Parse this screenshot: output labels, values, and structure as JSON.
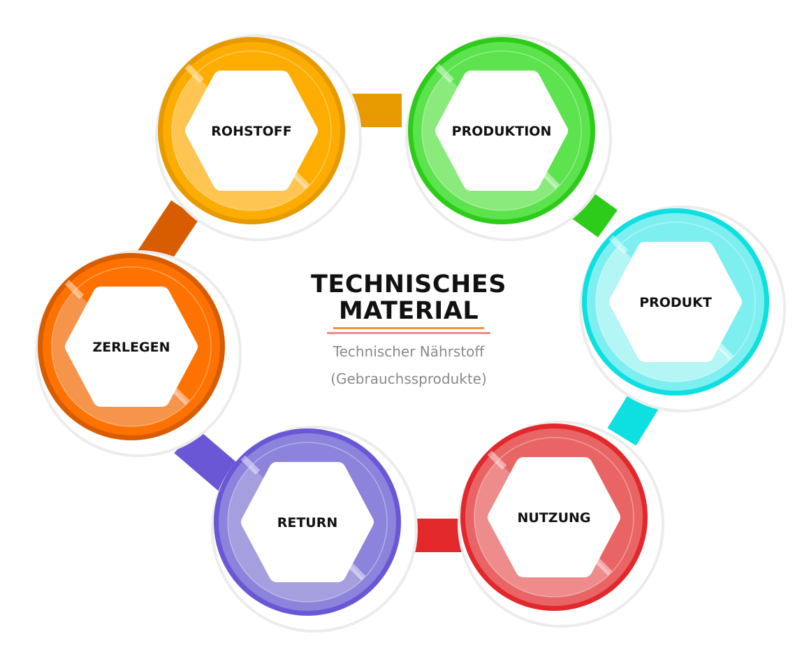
{
  "center": {
    "title_line1": "TECHNISCHES",
    "title_line2": "MATERIAL",
    "subtitle_line1": "Technischer Nährstoff",
    "subtitle_line2": "(Gebrauchssprodukte)"
  },
  "steps": [
    {
      "label": "ROHSTOFF",
      "colors": {
        "dark": "#e69a00",
        "main": "#fdad00",
        "light": "#fec552"
      }
    },
    {
      "label": "PRODUKTION",
      "colors": {
        "dark": "#2ecc1a",
        "main": "#5ce34d",
        "light": "#8aea7c"
      }
    },
    {
      "label": "PRODUKT",
      "colors": {
        "dark": "#0edfe0",
        "main": "#7eeff0",
        "light": "#b4f5f5"
      }
    },
    {
      "label": "NUTZUNG",
      "colors": {
        "dark": "#e3282c",
        "main": "#e96565",
        "light": "#ee8c8c"
      }
    },
    {
      "label": "RETURN",
      "colors": {
        "dark": "#6a57d6",
        "main": "#8c83dc",
        "light": "#a59fe0"
      }
    },
    {
      "label": "ZERLEGEN",
      "colors": {
        "dark": "#d85c00",
        "main": "#ff7200",
        "light": "#f5944a"
      }
    }
  ]
}
